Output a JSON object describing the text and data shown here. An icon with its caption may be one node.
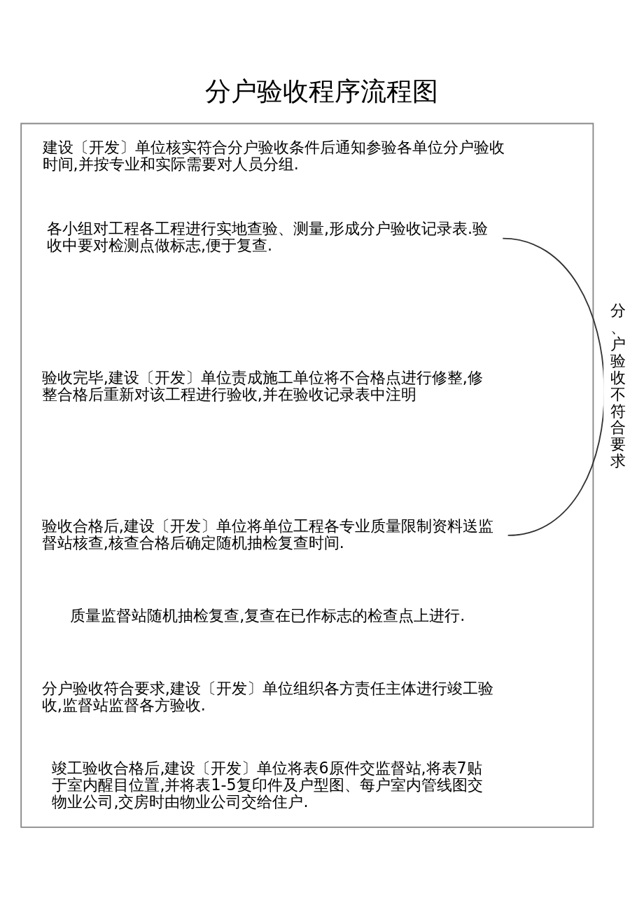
{
  "diagram": {
    "title": "分户验收程序流程图",
    "nodes": [
      {
        "text": [],
        "shape": "box"
      },
      {
        "text": [
          "建设〔开发〕单位核实符合分户验收条件后通知参验各单位分户验收时间,并按专业和实际需要对人员分组."
        ],
        "in": 0
      },
      {
        "text": [
          "各小组对工程各工程进行实地查验、测量,形成分户验收记录表.验收中要对检测点做标志,便于复查."
        ],
        "in": 0
      },
      {
        "text": [
          "验收完毕,建设〔开发〕单位责成施工单位将不合格点进行修整,修整合格后重新对该工程进行验收,并在验收记录表中注明"
        ],
        "in": 0
      },
      {
        "text": [
          "验收合格后,建设〔开发〕单位将单位工程各专业质量限制资料送监督站核查,核查合格后确定随机抽检复查时间."
        ],
        "in": 0
      },
      {
        "text": [
          "质量监督站随机抽检复查,复查在已作标志的检查点上进行."
        ],
        "in": 0
      },
      {
        "text": [
          "分户验收符合要求,建设〔开发〕单位组织各方责任主体进行竣工验收,监督站监督各方验收."
        ],
        "in": 0
      },
      {
        "text": [
          "竣工验收合格后,建设〔开发〕单位将表6原件交监督站,将表7贴于室内醒目位置,并将表1-5复印件及户型图、每户室内管线图交物业公司,交房时由物业公司交给住户."
        ],
        "in": 0
      }
    ],
    "edges": [
      {
        "from": 4,
        "to": 2,
        "arrow": "none",
        "label": "分、户验收不符合要求"
      }
    ]
  }
}
